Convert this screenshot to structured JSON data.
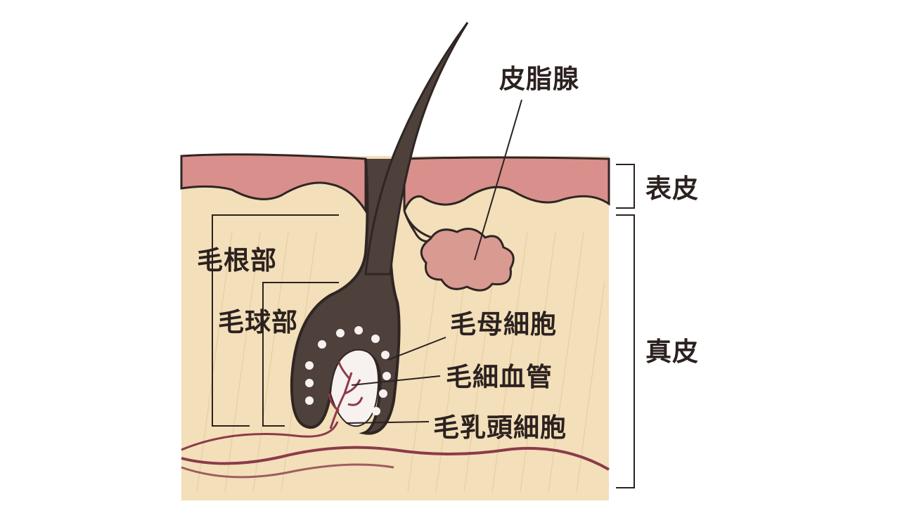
{
  "labels": {
    "sebaceous_gland": "皮脂腺",
    "epidermis": "表皮",
    "dermis": "真皮",
    "hair_root": "毛根部",
    "hair_bulb": "毛球部",
    "hair_matrix_cells": "毛母細胞",
    "capillary": "毛細血管",
    "dermal_papilla_cells": "毛乳頭細胞"
  },
  "colors": {
    "dermis": "#f3dfb9",
    "epidermis": "#d98f8b",
    "outline": "#2f2624",
    "hair": "#4e403b",
    "vessel": "#8c3a4a",
    "gland": "#d99a92",
    "leader_line": "#2b2220"
  }
}
